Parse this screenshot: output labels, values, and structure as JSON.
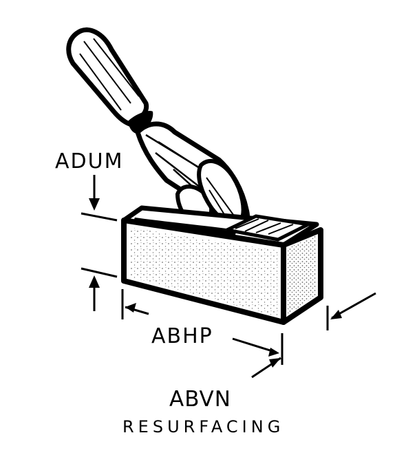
{
  "labels": {
    "height_code": "ADUM",
    "length_code": "ABHP",
    "item_code": "ABVN",
    "description": "RESURFACING"
  },
  "colors": {
    "ink": "#000000",
    "paper": "#ffffff",
    "face_tint": "#f2f2f2"
  }
}
